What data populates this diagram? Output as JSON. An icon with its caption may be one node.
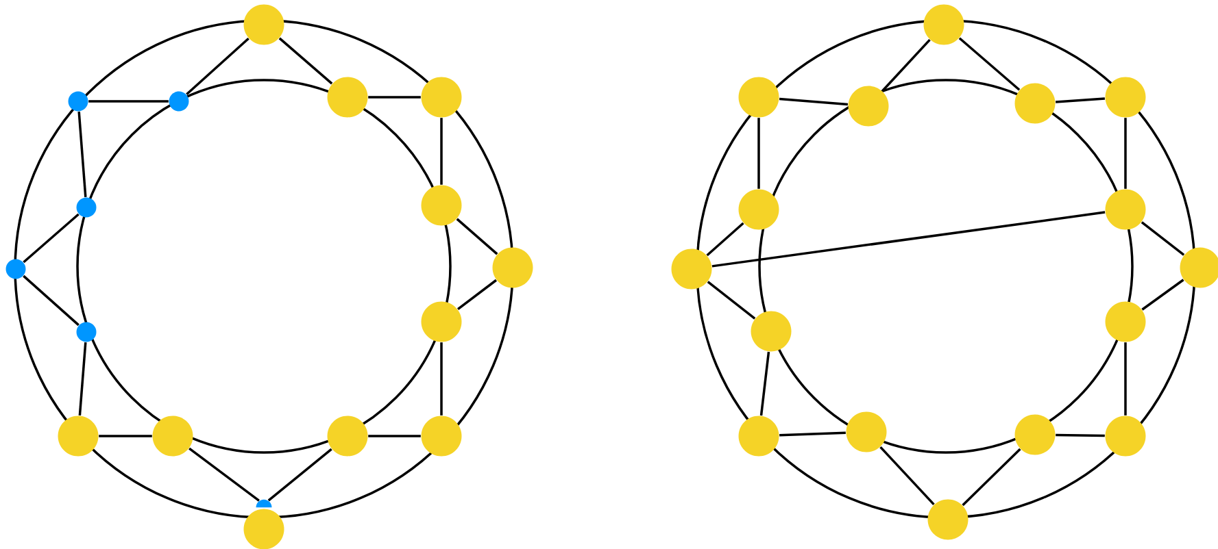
{
  "diagram": {
    "nodes": [
      {
        "text": [],
        "shape": "circle"
      },
      {
        "text": [],
        "shape": "circle"
      },
      {
        "text": [],
        "shape": "circle"
      },
      {
        "text": [],
        "shape": "circle"
      },
      {
        "text": [],
        "shape": "circle"
      },
      {
        "text": [],
        "shape": "circle"
      },
      {
        "text": [],
        "shape": "circle"
      },
      {
        "text": [],
        "shape": "circle"
      },
      {
        "text": [],
        "shape": "circle"
      },
      {
        "text": [],
        "shape": "circle"
      },
      {
        "text": [],
        "shape": "circle"
      },
      {
        "text": [],
        "shape": "circle"
      },
      {
        "text": [],
        "shape": "circle"
      },
      {
        "text": [],
        "shape": "circle"
      },
      {
        "text": [],
        "shape": "circle"
      },
      {
        "text": [],
        "shape": "circle"
      },
      {
        "text": [],
        "shape": "circle"
      },
      {
        "text": [],
        "shape": "circle"
      },
      {
        "text": [],
        "shape": "circle"
      },
      {
        "text": [],
        "shape": "circle"
      },
      {
        "text": [],
        "shape": "circle"
      },
      {
        "text": [],
        "shape": "circle"
      },
      {
        "text": [],
        "shape": "circle"
      },
      {
        "text": [],
        "shape": "circle"
      },
      {
        "text": [],
        "shape": "circle"
      },
      {
        "text": [],
        "shape": "circle"
      },
      {
        "text": [],
        "shape": "circle"
      },
      {
        "text": [],
        "shape": "circle"
      },
      {
        "text": [],
        "shape": "circle"
      },
      {
        "text": [],
        "shape": "circle"
      },
      {
        "text": [],
        "shape": "circle"
      },
      {
        "text": [],
        "shape": "circle"
      },
      {
        "text": [],
        "shape": "circle"
      }
    ],
    "edges": [
      {
        "from": 0,
        "to": 1,
        "arrow": "none"
      },
      {
        "from": 0,
        "to": 3,
        "arrow": "none"
      },
      {
        "from": 1,
        "to": 2,
        "arrow": "none"
      },
      {
        "from": 3,
        "to": 4,
        "arrow": "none"
      },
      {
        "from": 2,
        "to": 5,
        "arrow": "none"
      },
      {
        "from": 4,
        "to": 6,
        "arrow": "none"
      },
      {
        "from": 5,
        "to": 7,
        "arrow": "none"
      },
      {
        "from": 6,
        "to": 8,
        "arrow": "none"
      },
      {
        "from": 7,
        "to": 9,
        "arrow": "none"
      },
      {
        "from": 8,
        "to": 10,
        "arrow": "none"
      },
      {
        "from": 9,
        "to": 11,
        "arrow": "none"
      },
      {
        "from": 10,
        "to": 12,
        "arrow": "none"
      },
      {
        "from": 11,
        "to": 13,
        "arrow": "none"
      },
      {
        "from": 12,
        "to": 14,
        "arrow": "none"
      },
      {
        "from": 13,
        "to": 15,
        "arrow": "none"
      },
      {
        "from": 14,
        "to": 15,
        "arrow": "none"
      },
      {
        "from": 17,
        "to": 18,
        "arrow": "none"
      },
      {
        "from": 17,
        "to": 19,
        "arrow": "none"
      },
      {
        "from": 18,
        "to": 20,
        "arrow": "none"
      },
      {
        "from": 19,
        "to": 21,
        "arrow": "none"
      },
      {
        "from": 20,
        "to": 22,
        "arrow": "none"
      },
      {
        "from": 21,
        "to": 23,
        "arrow": "none"
      },
      {
        "from": 22,
        "to": 24,
        "arrow": "none"
      },
      {
        "from": 23,
        "to": 25,
        "arrow": "none"
      },
      {
        "from": 24,
        "to": 23,
        "arrow": "none"
      },
      {
        "from": 24,
        "to": 26,
        "arrow": "none"
      },
      {
        "from": 25,
        "to": 27,
        "arrow": "none"
      },
      {
        "from": 26,
        "to": 28,
        "arrow": "none"
      },
      {
        "from": 27,
        "to": 31,
        "arrow": "none"
      },
      {
        "from": 28,
        "to": 29,
        "arrow": "none"
      },
      {
        "from": 31,
        "to": 30,
        "arrow": "none"
      },
      {
        "from": 29,
        "to": 32,
        "arrow": "none"
      },
      {
        "from": 30,
        "to": 32,
        "arrow": "none"
      }
    ]
  }
}
